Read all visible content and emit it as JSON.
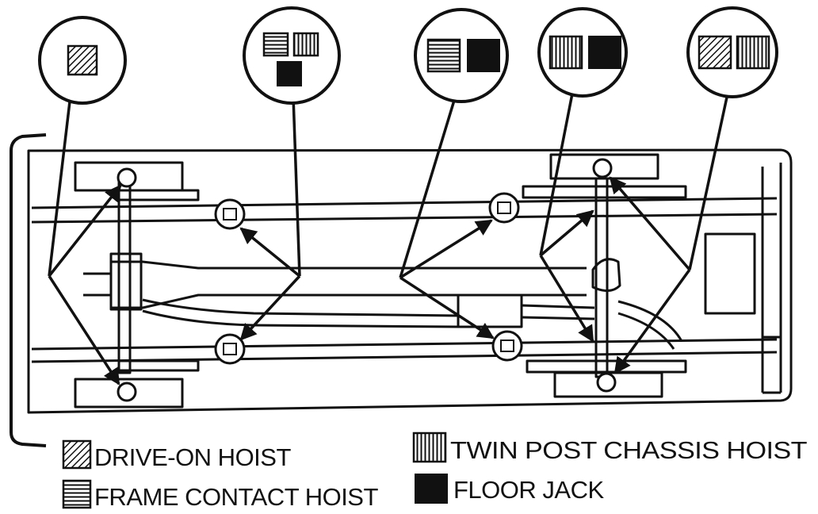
{
  "colors": {
    "ink": "#111111",
    "paper": "#ffffff"
  },
  "patterns": {
    "drive_on": "diagonal-hatch",
    "frame_contact": "horizontal-lines",
    "twin_post": "vertical-lines",
    "floor_jack": "solid-black"
  },
  "legend": {
    "drive_on_label": "DRIVE-ON HOIST",
    "frame_contact_label": "FRAME CONTACT HOIST",
    "twin_post_label": "TWIN POST CHASSIS HOIST",
    "floor_jack_label": "FLOOR JACK"
  },
  "callouts": [
    {
      "id": "front-axle",
      "symbols": [
        "drive_on"
      ]
    },
    {
      "id": "front-frame",
      "symbols": [
        "frame_contact",
        "twin_post",
        "floor_jack"
      ]
    },
    {
      "id": "rear-frame",
      "symbols": [
        "frame_contact",
        "floor_jack"
      ]
    },
    {
      "id": "rear-axle-jack",
      "symbols": [
        "twin_post",
        "floor_jack"
      ]
    },
    {
      "id": "rear-axle-hoist",
      "symbols": [
        "drive_on",
        "twin_post"
      ]
    }
  ]
}
